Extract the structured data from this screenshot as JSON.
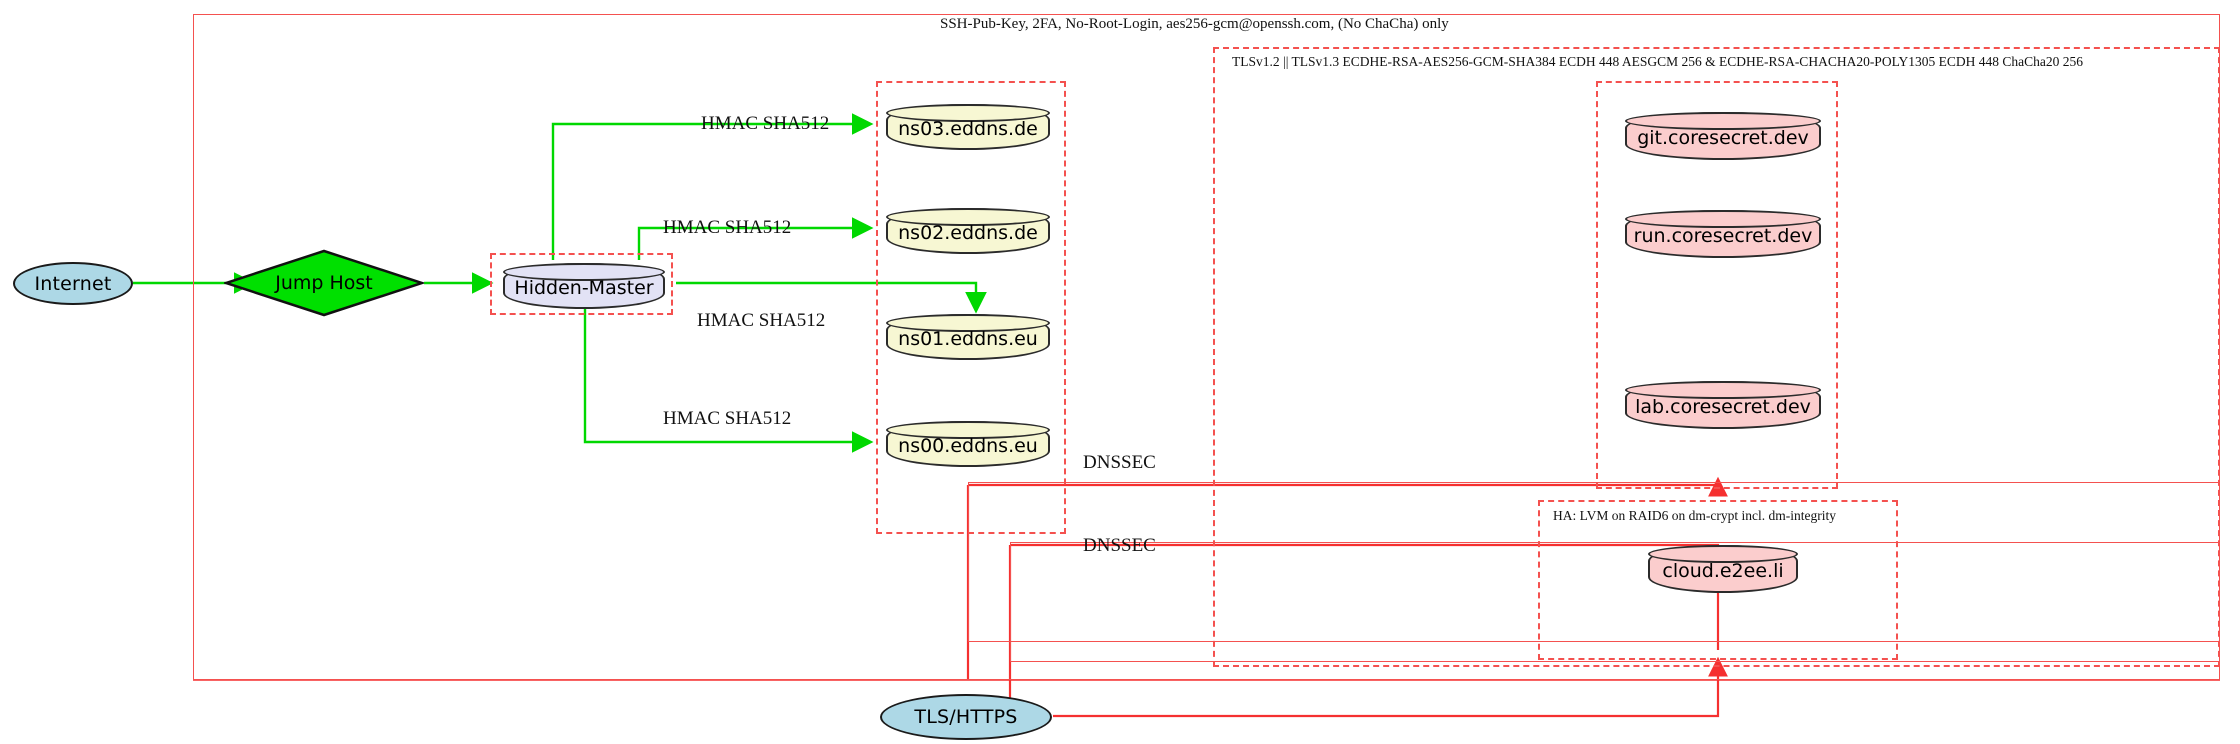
{
  "diagram": {
    "title_label": "SSH-Pub-Key, 2FA, No-Root-Login, aes256-gcm@openssh.com, (No ChaCha) only",
    "colors": {
      "cluster_red": "#f4514f",
      "edge_green": "#00d800",
      "edge_red": "#f53030",
      "ellipse_blue": "#add8e6",
      "diamond_green": "#00e000",
      "db_yellow": "#f7f7d3",
      "db_lavender": "#e2e2f5",
      "db_pink": "#fbcdcd"
    },
    "clusters": [
      {
        "id": "outer-ssh",
        "label": "SSH-Pub-Key, 2FA, No-Root-Login, aes256-gcm@openssh.com, (No ChaCha) only"
      },
      {
        "id": "tls-policy",
        "label": "TLSv1.2 || TLSv1.3 ECDHE-RSA-AES256-GCM-SHA384 ECDH 448 AESGCM 256 & ECDHE-RSA-CHACHA20-POLY1305 ECDH 448 ChaCha20 256"
      },
      {
        "id": "ha-storage",
        "label": "HA: LVM on RAID6 on dm-crypt incl. dm-integrity"
      },
      {
        "id": "hidden-master-box",
        "label": ""
      },
      {
        "id": "dns-zone-box",
        "label": ""
      },
      {
        "id": "coresecret-box",
        "label": ""
      },
      {
        "id": "dnssec-outer",
        "label": ""
      },
      {
        "id": "dnssec-inner",
        "label": ""
      }
    ],
    "nodes": [
      {
        "id": "internet",
        "label": "Internet",
        "shape": "ellipse"
      },
      {
        "id": "jump-host",
        "label": "Jump Host",
        "shape": "diamond"
      },
      {
        "id": "hidden-master",
        "label": "Hidden-Master",
        "shape": "cylinder"
      },
      {
        "id": "ns03",
        "label": "ns03.eddns.de",
        "shape": "cylinder"
      },
      {
        "id": "ns02",
        "label": "ns02.eddns.de",
        "shape": "cylinder"
      },
      {
        "id": "ns01",
        "label": "ns01.eddns.eu",
        "shape": "cylinder"
      },
      {
        "id": "ns00",
        "label": "ns00.eddns.eu",
        "shape": "cylinder"
      },
      {
        "id": "git",
        "label": "git.coresecret.dev",
        "shape": "cylinder"
      },
      {
        "id": "run",
        "label": "run.coresecret.dev",
        "shape": "cylinder"
      },
      {
        "id": "lab",
        "label": "lab.coresecret.dev",
        "shape": "cylinder"
      },
      {
        "id": "cloud",
        "label": "cloud.e2ee.li",
        "shape": "cylinder"
      },
      {
        "id": "tls-https",
        "label": "TLS/HTTPS",
        "shape": "ellipse"
      }
    ],
    "edge_labels": [
      {
        "id": "hmac-ns03",
        "label": "HMAC SHA512"
      },
      {
        "id": "hmac-ns02",
        "label": "HMAC SHA512"
      },
      {
        "id": "hmac-ns01",
        "label": "HMAC SHA512"
      },
      {
        "id": "hmac-ns00",
        "label": "HMAC SHA512"
      },
      {
        "id": "dnssec-1",
        "label": "DNSSEC"
      },
      {
        "id": "dnssec-2",
        "label": "DNSSEC"
      }
    ]
  }
}
